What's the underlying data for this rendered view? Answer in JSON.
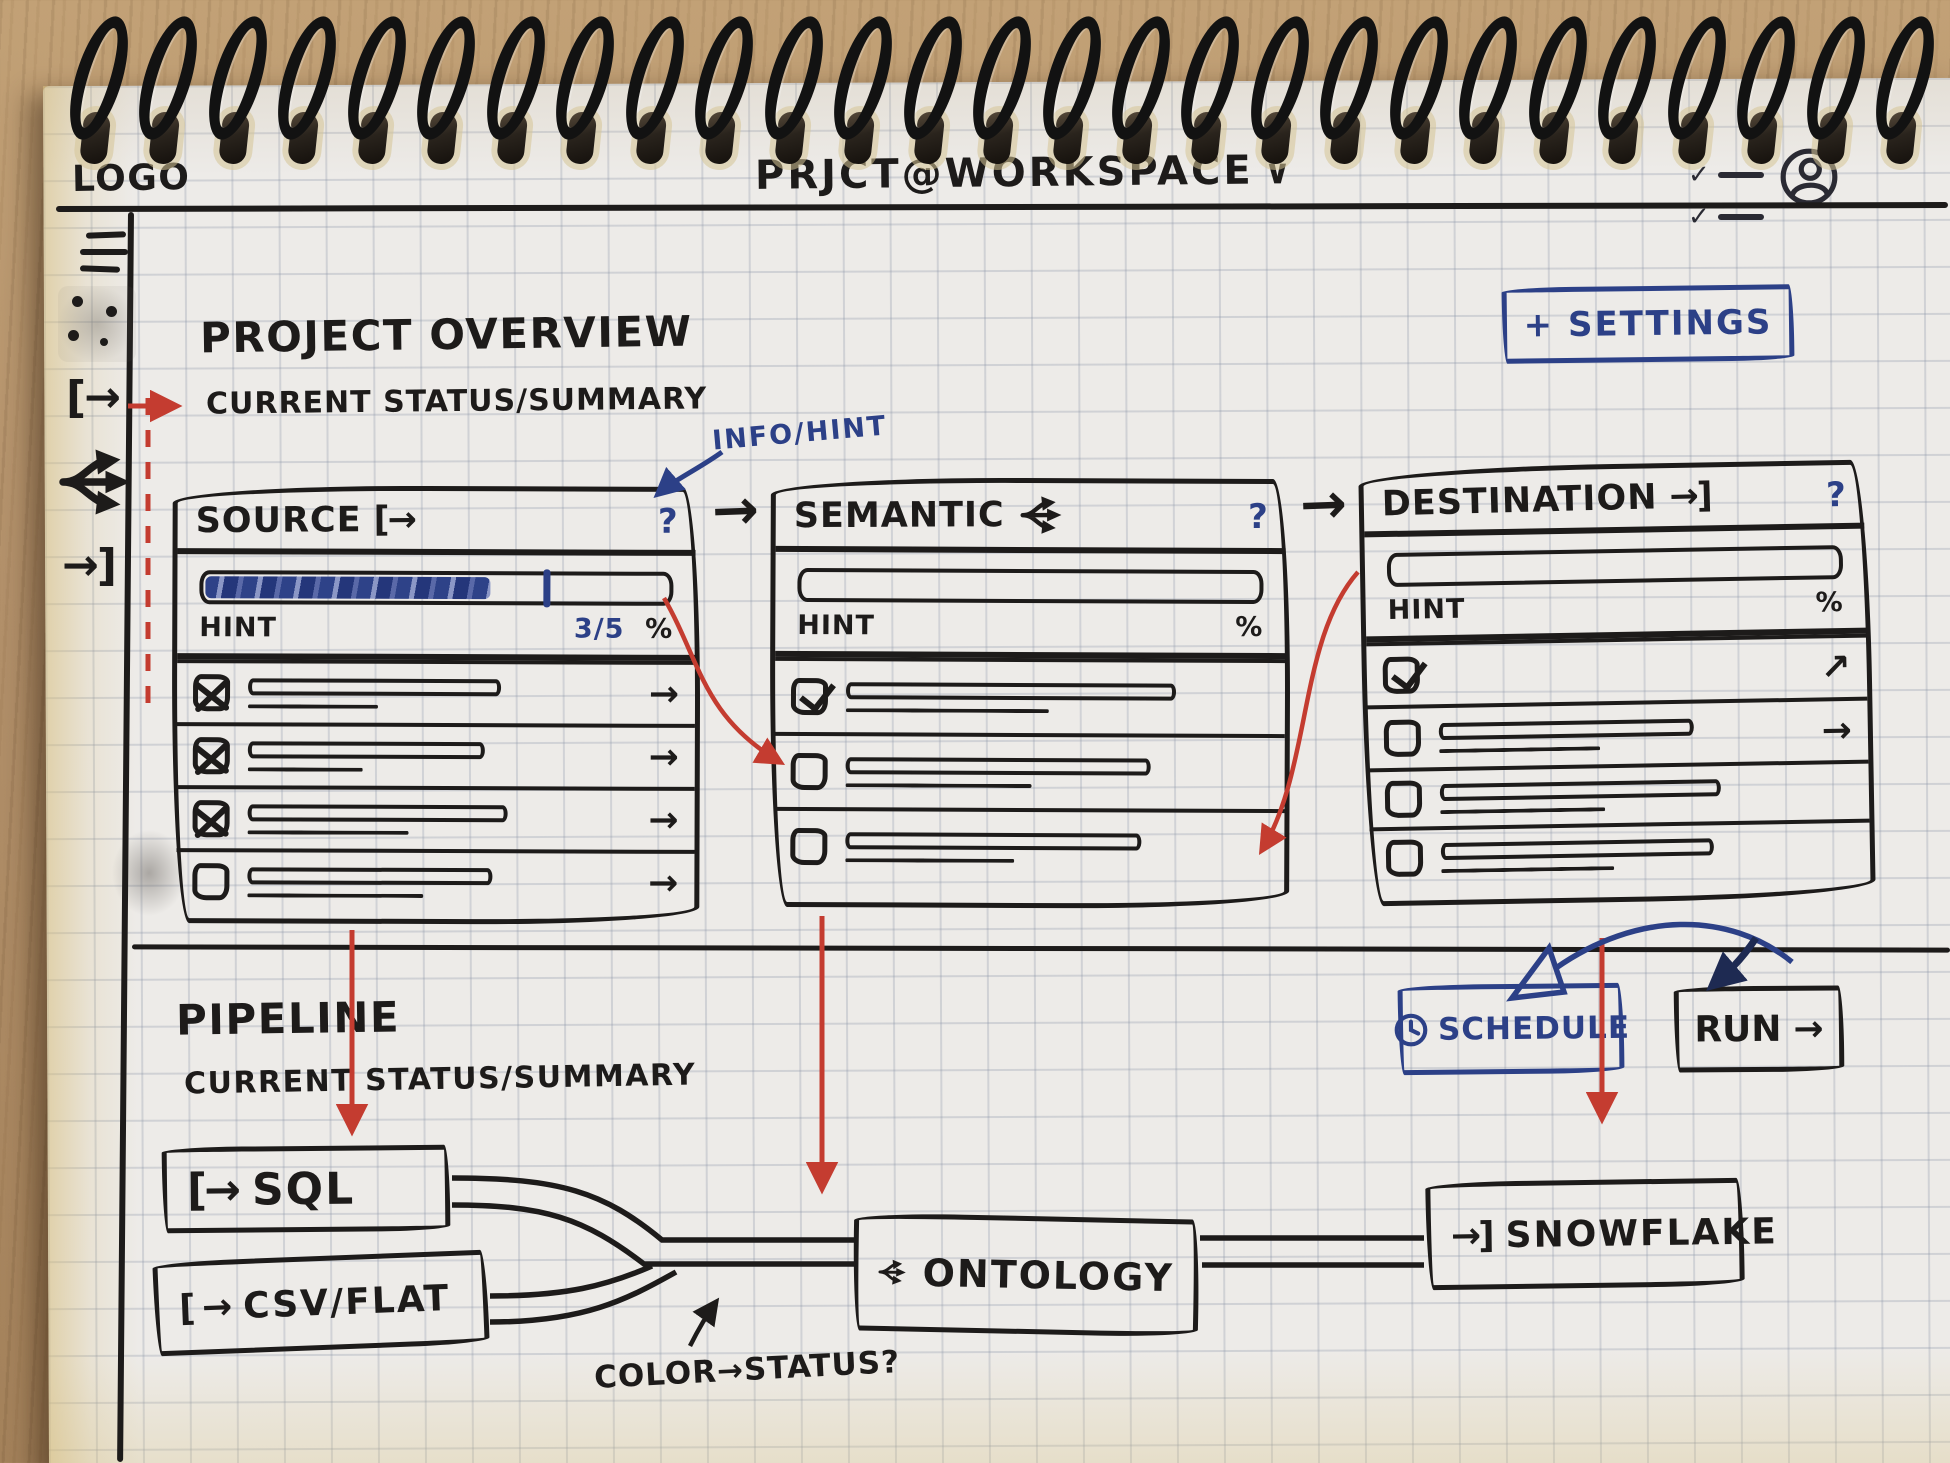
{
  "topbar": {
    "logo": "LOGO",
    "workspace": "PRJCT@WORKSPACE",
    "workspace_caret": "∨"
  },
  "sidebar": {
    "items": [
      {
        "name": "menu",
        "glyph": "≡"
      },
      {
        "name": "nodes-graph",
        "glyph": "∴"
      },
      {
        "name": "source-bracket",
        "glyph": "[→"
      },
      {
        "name": "branch",
        "glyph": "⑂"
      },
      {
        "name": "destination-bracket",
        "glyph": "→]"
      }
    ]
  },
  "overview": {
    "title": "PROJECT OVERVIEW",
    "subtitle": "CURRENT STATUS/SUMMARY",
    "settings_button": "+ SETTINGS",
    "info_hint_note": "INFO/HINT",
    "between_arrow": "→"
  },
  "panels": [
    {
      "id": "source",
      "title": "SOURCE",
      "title_icon": "[→",
      "help": "?",
      "progress": {
        "fill_percent": 62,
        "tick_percent": 73,
        "filled": true
      },
      "hint_label": "HINT",
      "count_label": "3/5",
      "percent_label": "%",
      "rows": [
        {
          "checkbox": "crossed",
          "arrow": "→"
        },
        {
          "checkbox": "crossed",
          "arrow": "→"
        },
        {
          "checkbox": "crossed",
          "arrow": "→"
        },
        {
          "checkbox": "empty",
          "arrow": "→"
        }
      ]
    },
    {
      "id": "semantic",
      "title": "SEMANTIC",
      "title_icon": "branch",
      "help": "?",
      "progress": {
        "fill_percent": 0,
        "filled": false
      },
      "hint_label": "HINT",
      "percent_label": "%",
      "rows": [
        {
          "checkbox": "checked",
          "arrow": ""
        },
        {
          "checkbox": "empty",
          "arrow": ""
        },
        {
          "checkbox": "empty",
          "arrow": ""
        }
      ]
    },
    {
      "id": "destination",
      "title": "DESTINATION",
      "title_icon": "→]",
      "help": "?",
      "progress": {
        "fill_percent": 0,
        "filled": false
      },
      "hint_label": "HINT",
      "percent_label": "%",
      "rows": [
        {
          "checkbox": "checked",
          "arrow": "↗"
        },
        {
          "checkbox": "empty",
          "arrow": "→"
        },
        {
          "checkbox": "empty",
          "arrow": ""
        },
        {
          "checkbox": "empty",
          "arrow": ""
        }
      ]
    }
  ],
  "pipeline": {
    "title": "PIPELINE",
    "subtitle": "CURRENT STATUS/SUMMARY",
    "schedule_button": "SCHEDULE",
    "run_button": "RUN",
    "run_arrow": "→",
    "nodes": [
      {
        "label": "SQL",
        "icon": "[→"
      },
      {
        "label": "CSV/FLAT",
        "icon": "[ →"
      },
      {
        "label": "ONTOLOGY",
        "icon": "branch"
      },
      {
        "label": "SNOWFLAKE",
        "icon": "→]"
      }
    ],
    "annotation": "COLOR→STATUS?"
  },
  "colors": {
    "ink": "#1d1b1a",
    "blue": "#2c4087",
    "red": "#c43c30",
    "paper": "#edebe8",
    "wood": "#b19066"
  }
}
